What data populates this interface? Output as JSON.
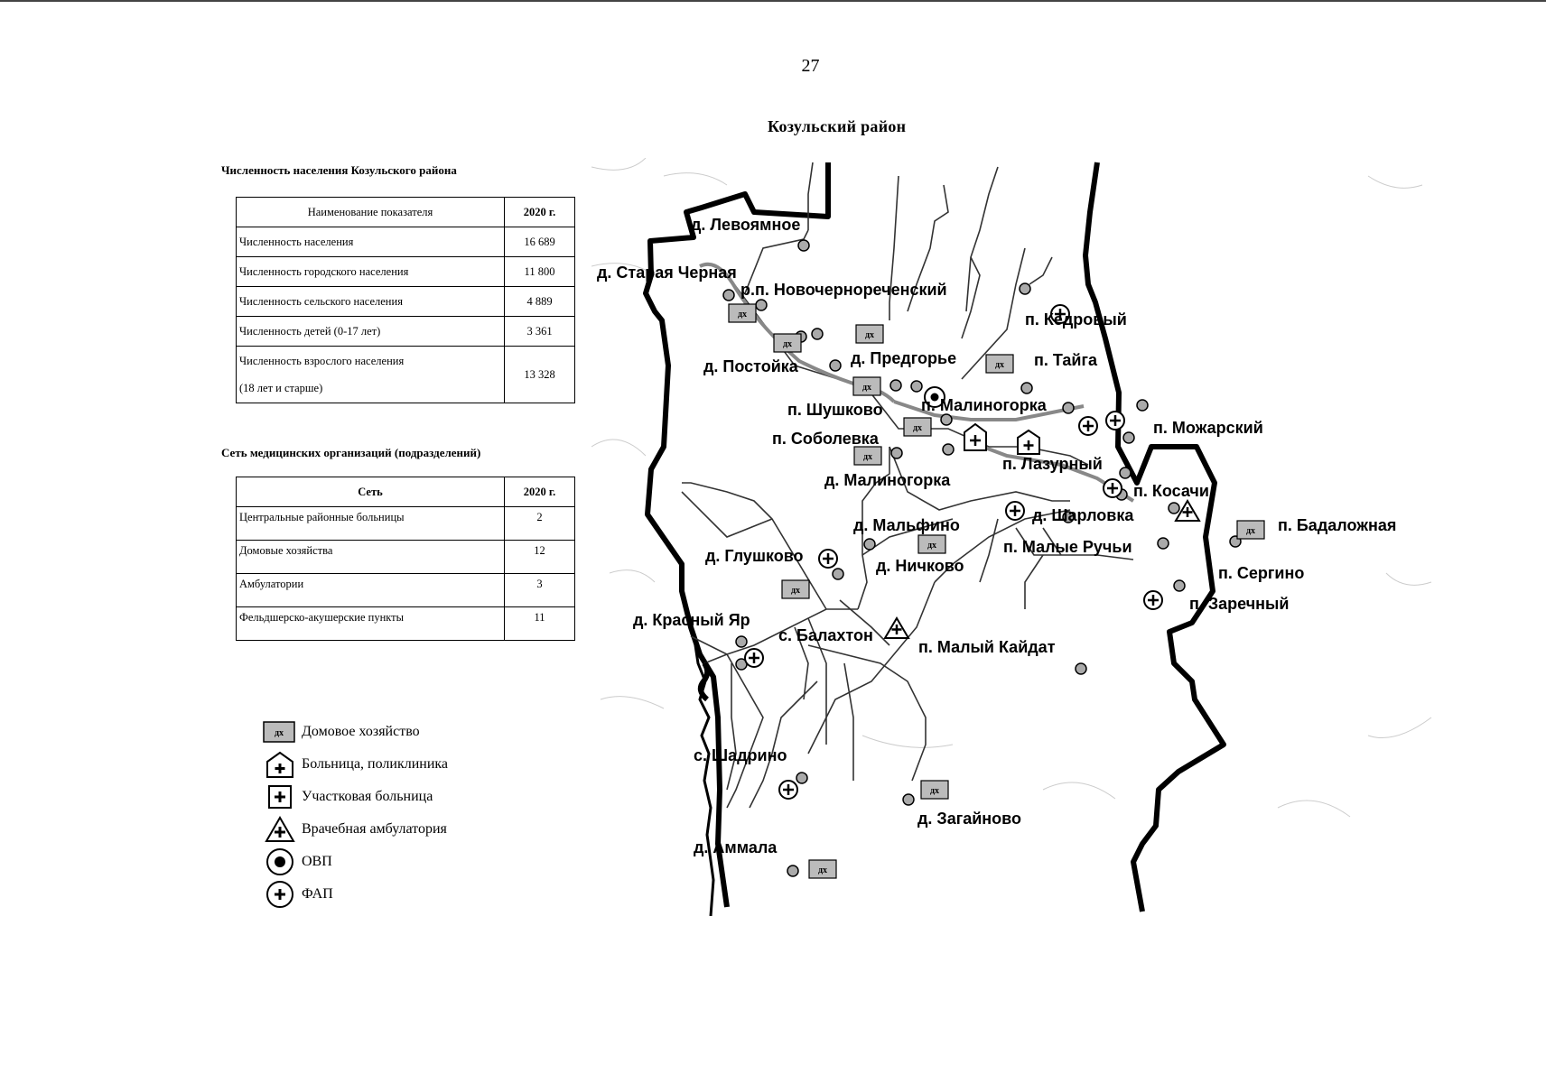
{
  "page_number": "27",
  "district_title": "Козульский район",
  "population": {
    "title": "Численность населения Козульского района",
    "col_name": "Наименование показателя",
    "col_year": "2020 г.",
    "rows": [
      {
        "name": "Численность населения",
        "value": "16 689"
      },
      {
        "name": "Численность городского населения",
        "value": "11 800"
      },
      {
        "name": "Численность сельского населения",
        "value": "4 889"
      },
      {
        "name": "Численность детей (0-17 лет)",
        "value": "3 361"
      }
    ],
    "adult_row": {
      "name_line1": "Численность взрослого населения",
      "name_line2": "(18 лет и старше)",
      "value": "13 328"
    }
  },
  "network": {
    "title": "Сеть медицинских организаций (подразделений)",
    "col_name": "Сеть",
    "col_year": "2020 г.",
    "rows": [
      {
        "name": "Центральные районные больницы",
        "value": "2"
      },
      {
        "name": "Домовые хозяйства",
        "value": "12"
      },
      {
        "name": "Амбулатории",
        "value": "3"
      },
      {
        "name": "Фельдшерско-акушерские пункты",
        "value": "11"
      }
    ]
  },
  "legend": {
    "items": [
      {
        "icon": "household-icon",
        "label": "Домовое хозяйство"
      },
      {
        "icon": "hospital-polyclinic-icon",
        "label": "Больница, поликлиника"
      },
      {
        "icon": "district-hospital-icon",
        "label": "Участковая больница"
      },
      {
        "icon": "ambulatory-icon",
        "label": "Врачебная амбулатория"
      },
      {
        "icon": "ovp-icon",
        "label": "ОВП"
      },
      {
        "icon": "fap-icon",
        "label": "ФАП"
      }
    ],
    "dh_abbr": "дх"
  },
  "map": {
    "labels": {
      "levoyamnoe": "д. Левоямное",
      "staraya_chernaya": "д. Старая Черная",
      "novochernorechensky": "р.п. Новочернореченский",
      "kedrovy": "п. Кедровый",
      "taiga": "п. Тайга",
      "predgorye": "д. Предгорье",
      "postoyka": "д. Постойка",
      "shushkovo": "п. Шушково",
      "malinogorka_p": "п. Малиногорка",
      "mozharsky": "п. Можарский",
      "sobolevka": "п. Соболевка",
      "lazurny": "п. Лазурный",
      "malinogorka_d": "д. Малиногорка",
      "kosachi": "п. Косачи",
      "sharlovka": "д. Шарловка",
      "malfino": "д. Мальфино",
      "badalozhnaya": "п. Бадаложная",
      "malye_ruchyi": "п. Малые Ручьи",
      "glushkovo": "д. Глушково",
      "nichkovo": "д. Ничково",
      "sergino": "п. Сергино",
      "zarechny": "п. Заречный",
      "krasny_yar": "д. Красный Яр",
      "balakhton": "с. Балахтон",
      "maly_kaidat": "п. Малый Кайдат",
      "shadrino": "с. Шадрино",
      "zagainovo": "д. Загайново",
      "ammala": "д. Аммала"
    }
  }
}
